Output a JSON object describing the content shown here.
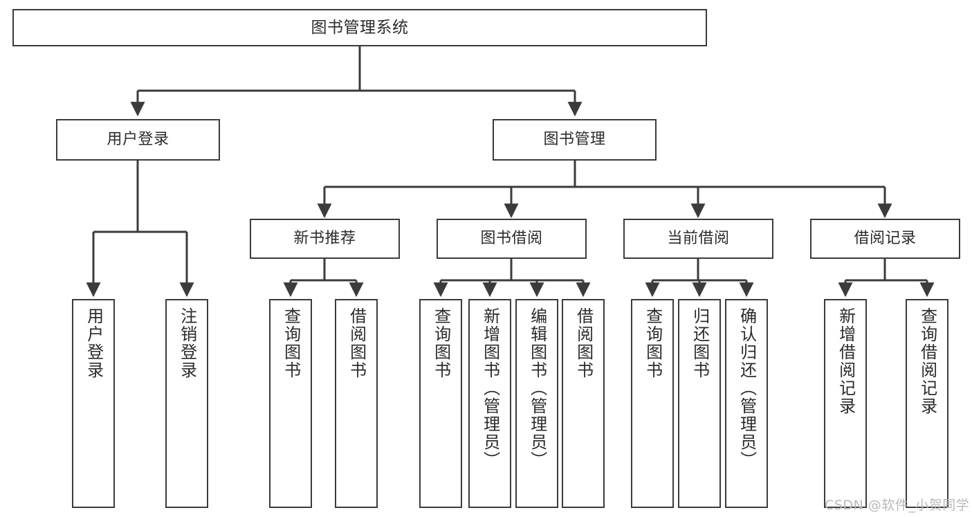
{
  "diagram": {
    "type": "tree-hierarchy-functional-decomposition",
    "title": "图书管理系统",
    "root": {
      "id": "root",
      "label": "图书管理系统"
    },
    "level1": [
      {
        "id": "user-login",
        "label": "用户登录"
      },
      {
        "id": "book-management",
        "label": "图书管理"
      }
    ],
    "level2": [
      {
        "id": "new-book-recommend",
        "label": "新书推荐",
        "parent": "book-management"
      },
      {
        "id": "book-borrow",
        "label": "图书借阅",
        "parent": "book-management"
      },
      {
        "id": "current-borrow",
        "label": "当前借阅",
        "parent": "book-management"
      },
      {
        "id": "borrow-record",
        "label": "借阅记录",
        "parent": "book-management"
      }
    ],
    "leaves": [
      {
        "id": "leaf-user-login",
        "label": "用户登录",
        "parent": "user-login"
      },
      {
        "id": "leaf-logout-login",
        "label": "注销登录",
        "parent": "user-login"
      },
      {
        "id": "leaf-query-books-1",
        "label": "查询图书",
        "parent": "new-book-recommend"
      },
      {
        "id": "leaf-borrow-books-1",
        "label": "借阅图书",
        "parent": "new-book-recommend"
      },
      {
        "id": "leaf-query-books-2",
        "label": "查询图书",
        "parent": "book-borrow"
      },
      {
        "id": "leaf-add-book",
        "label": "新增图书（管理员）",
        "parent": "book-borrow"
      },
      {
        "id": "leaf-edit-book",
        "label": "编辑图书（管理员）",
        "parent": "book-borrow"
      },
      {
        "id": "leaf-borrow-books-2",
        "label": "借阅图书",
        "parent": "book-borrow"
      },
      {
        "id": "leaf-query-books-3",
        "label": "查询图书",
        "parent": "current-borrow"
      },
      {
        "id": "leaf-return-book",
        "label": "归还图书",
        "parent": "current-borrow"
      },
      {
        "id": "leaf-confirm-return",
        "label": "确认归还（管理员）",
        "parent": "current-borrow"
      },
      {
        "id": "leaf-add-borrow-record",
        "label": "新增借阅记录",
        "parent": "borrow-record"
      },
      {
        "id": "leaf-query-borrow-record",
        "label": "查询借阅记录",
        "parent": "borrow-record"
      }
    ],
    "watermark": "CSDN @软件_小贺同学",
    "colors": {
      "stroke": "#3b3b3b",
      "fill": "#ffffff",
      "text": "#2b2b2b",
      "watermark": "#b9b9b9"
    }
  }
}
